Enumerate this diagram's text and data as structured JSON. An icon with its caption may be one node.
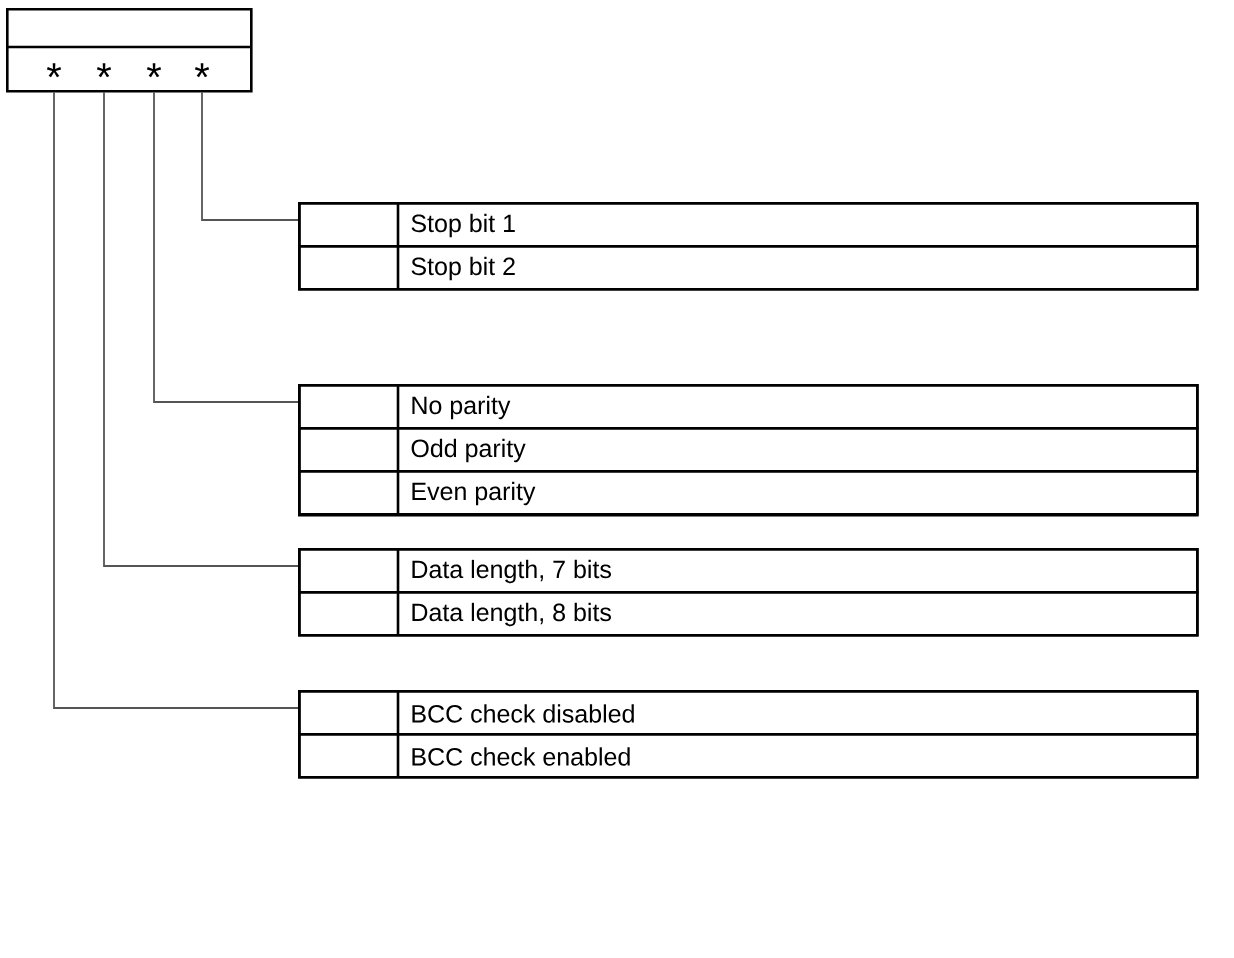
{
  "diagram": {
    "nodes": [
      {
        "text": [],
        "shape": "box"
      },
      {
        "text": [
          "*"
        ],
        "in": 0
      },
      {
        "text": [
          "*"
        ],
        "in": 0
      },
      {
        "text": [
          "*"
        ],
        "in": 0
      },
      {
        "text": [
          "*"
        ],
        "in": 0
      },
      {
        "text": [],
        "shape": "box"
      },
      {
        "text": [
          "Stop bit 1"
        ],
        "in": 5
      },
      {
        "text": [
          "Stop bit 2"
        ],
        "in": 5
      },
      {
        "text": [],
        "shape": "box"
      },
      {
        "text": [
          "No parity"
        ],
        "in": 8
      },
      {
        "text": [
          "Odd parity"
        ],
        "in": 8
      },
      {
        "text": [
          "Even parity"
        ],
        "in": 8
      },
      {
        "text": [],
        "shape": "box"
      },
      {
        "text": [
          "Data length, 7 bits"
        ],
        "in": 12
      },
      {
        "text": [
          "Data length, 8 bits"
        ],
        "in": 12
      },
      {
        "text": [],
        "shape": "box"
      },
      {
        "text": [
          "BCC check disabled"
        ],
        "in": 15
      },
      {
        "text": [
          "BCC check enabled"
        ],
        "in": 15
      }
    ],
    "edges": [
      {
        "from": 4,
        "to": 5,
        "arrow": "none"
      },
      {
        "from": 3,
        "to": 8,
        "arrow": "none"
      },
      {
        "from": 2,
        "to": 12,
        "arrow": "none"
      },
      {
        "from": 1,
        "to": 15,
        "arrow": "none"
      }
    ]
  }
}
